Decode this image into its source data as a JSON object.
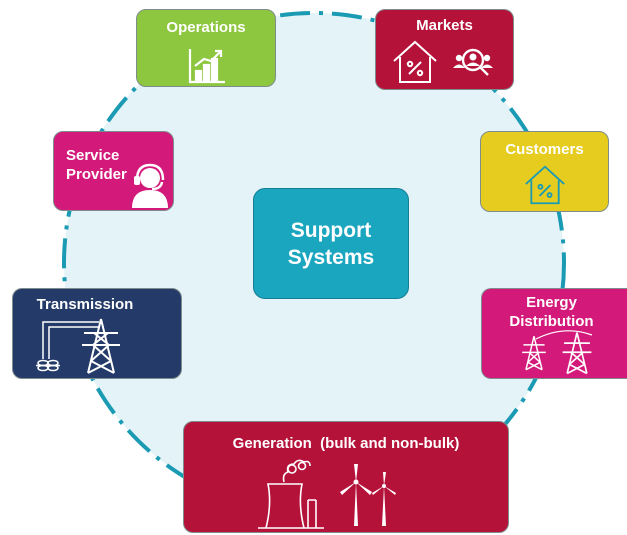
{
  "center": {
    "line1": "Support",
    "line2": "Systems"
  },
  "domains": {
    "operations": {
      "label": "Operations",
      "color": "#8dc63f"
    },
    "markets": {
      "label": "Markets",
      "color": "#b5123a"
    },
    "customers": {
      "label": "Customers",
      "color": "#e6cc1f"
    },
    "service_provider": {
      "line1": "Service",
      "line2": "Provider",
      "color": "#d3197a"
    },
    "transmission": {
      "label": "Transmission",
      "color": "#243a68"
    },
    "energy_distribution": {
      "line1": "Energy",
      "line2": "Distribution",
      "color": "#d3197a"
    },
    "generation": {
      "label": "Generation  (bulk and non-bulk)",
      "color": "#b5123a"
    }
  },
  "ring": {
    "fill": "#e4f3f8",
    "stroke": "#1b9bb3"
  },
  "icons": [
    "bar-chart-up-icon",
    "house-percent-icon",
    "customer-search-icon",
    "headset-agent-icon",
    "transmission-tower-icon",
    "transformer-icon",
    "distribution-tower-icon",
    "power-plant-icon",
    "wind-turbine-icon"
  ]
}
